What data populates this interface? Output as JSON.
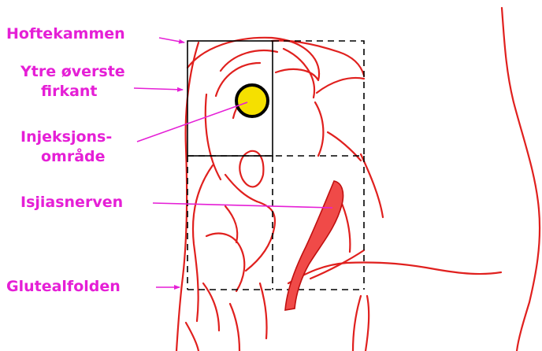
{
  "labels": {
    "hoftekammen": "Hoftekammen",
    "ytre_line1": "Ytre øverste",
    "ytre_line2": "firkant",
    "injeksjon_line1": "Injeksjons-",
    "injeksjon_line2": "område",
    "isjiasnerven": "Isjiasnerven",
    "glutealfolden": "Glutealfolden"
  },
  "colors": {
    "label": "#e51fd6",
    "anatomy": "#e0201e",
    "nerve_fill": "#f04a48",
    "injection_fill": "#f5e000",
    "grid": "#000000",
    "background": "#ffffff"
  }
}
